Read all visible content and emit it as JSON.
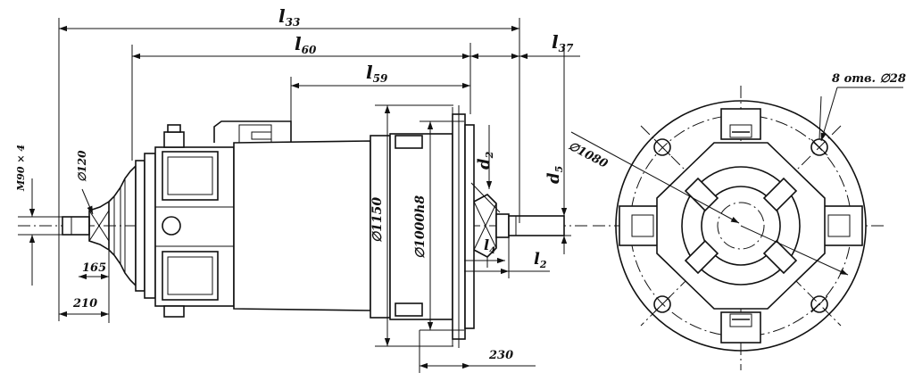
{
  "labels": {
    "l33": "l33",
    "l60": "l60",
    "l59": "l59",
    "l37": "l37",
    "d2": "d2",
    "d5": "d5",
    "l4": "l4",
    "l2": "l2",
    "thread": "M90 × 4",
    "dia120": "∅120",
    "dim165": "165",
    "dim210": "210",
    "dia1150": "∅1150",
    "dia1000h8": "∅1000h8",
    "dim230": "230",
    "dia1080": "∅1080",
    "holes": "8 отв. ∅28"
  }
}
